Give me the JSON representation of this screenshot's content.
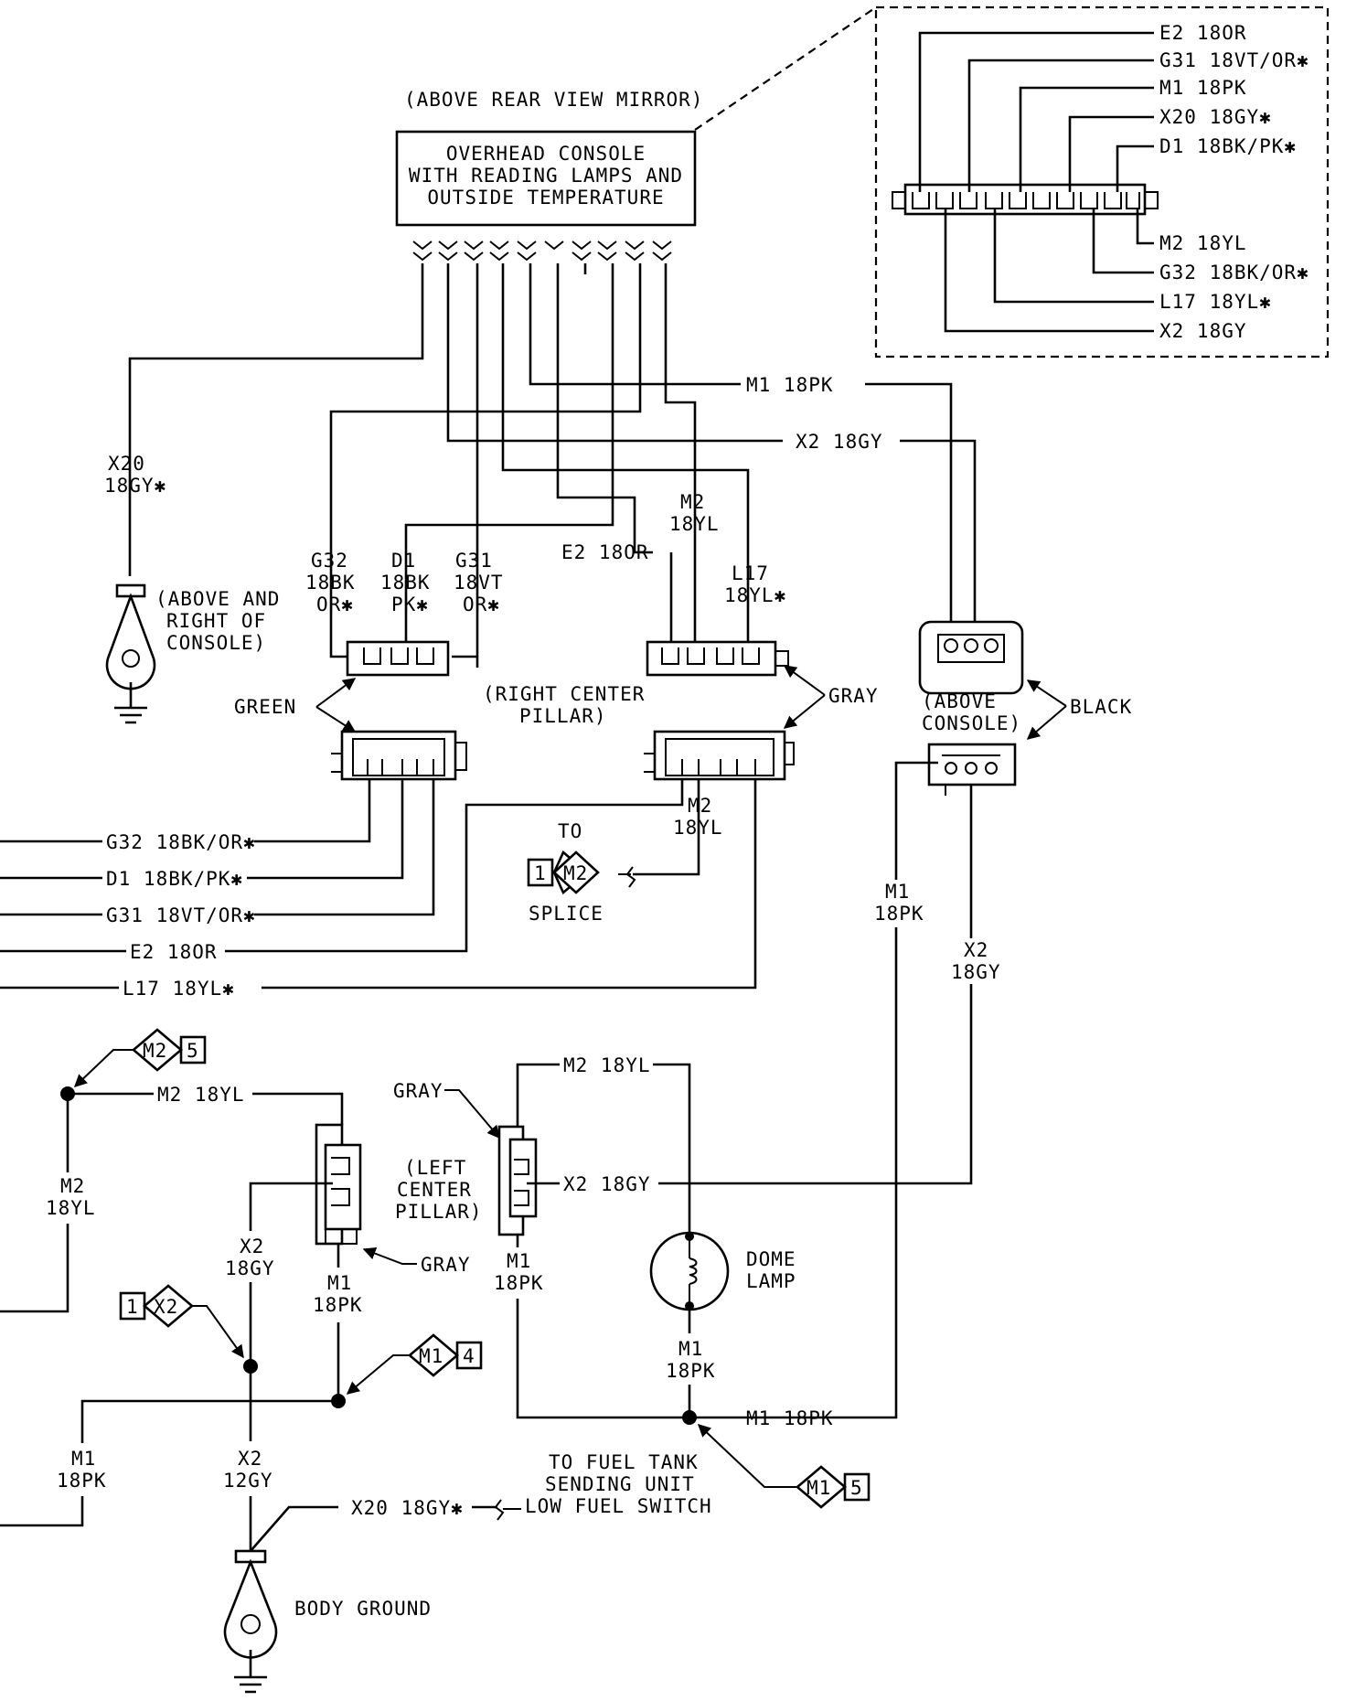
{
  "console": {
    "location": "(ABOVE REAR VIEW MIRROR)",
    "name_line1": "OVERHEAD CONSOLE",
    "name_line2": "WITH READING LAMPS AND",
    "name_line3": "OUTSIDE TEMPERATURE"
  },
  "inset": {
    "top_pins": [
      "E2 18OR",
      "G31 18VT/OR✱",
      "M1 18PK",
      "X20 18GY✱",
      "D1 18BK/PK✱"
    ],
    "bottom_pins": [
      "M2 18YL",
      "G32 18BK/OR✱",
      "L17 18YL✱",
      "X2 18GY"
    ]
  },
  "wires": {
    "m1_top": "M1 18PK",
    "x2_top": "X2 18GY",
    "x20_a": "X20",
    "x20_b": "18GY✱",
    "g32_a": "G32",
    "g32_b": "18BK",
    "g32_c": "OR✱",
    "d1_a": "D1",
    "d1_b": "18BK",
    "d1_c": "PK✱",
    "g31_a": "G31",
    "g31_b": "18VT",
    "g31_c": "OR✱",
    "e2_mid": "E2 18OR",
    "m2_a": "M2",
    "m2_b": "18YL",
    "l17_a": "L17",
    "l17_b": "18YL✱",
    "g32_out": "G32 18BK/OR✱",
    "d1_out": "D1 18BK/PK✱",
    "g31_out": "G31 18VT/OR✱",
    "e2_out": "E2 18OR",
    "l17_out": "L17 18YL✱",
    "m2_splice_a": "M2",
    "m2_splice_b": "18YL",
    "m1_right_a": "M1",
    "m1_right_b": "18PK",
    "x2_right_a": "X2",
    "x2_right_b": "18GY",
    "m2_left_h": "M2 18YL",
    "m2_left_v_a": "M2",
    "m2_left_v_b": "18YL",
    "x2_left_a": "X2",
    "x2_left_b": "18GY",
    "m1_left_a": "M1",
    "m1_left_b": "18PK",
    "m1_lower_a": "M1",
    "m1_lower_b": "18PK",
    "x2_lower_a": "X2",
    "x2_lower_b": "12GY",
    "x20_bottom": "X20 18GY✱",
    "m2_dome": "M2 18YL",
    "x2_dome": "X2 18GY",
    "m1_dome_a": "M1",
    "m1_dome_b": "18PK",
    "m1_dome2_a": "M1",
    "m1_dome2_b": "18PK",
    "m1_bottom": "M1 18PK"
  },
  "labels": {
    "ground_top_1": "(ABOVE AND",
    "ground_top_2": "RIGHT OF",
    "ground_top_3": "CONSOLE)",
    "green": "GREEN",
    "gray": "GRAY",
    "black": "BLACK",
    "right_pillar_1": "(RIGHT CENTER",
    "right_pillar_2": "PILLAR)",
    "above_console_1": "(ABOVE",
    "above_console_2": "CONSOLE)",
    "to": "TO",
    "splice": "SPLICE",
    "gray_left": "GRAY",
    "gray_dome": "GRAY",
    "left_pillar_1": "(LEFT",
    "left_pillar_2": "CENTER",
    "left_pillar_3": "PILLAR)",
    "dome_1": "DOME",
    "dome_2": "LAMP",
    "fuel_1": "TO FUEL TANK",
    "fuel_2": "SENDING UNIT",
    "fuel_3": "LOW FUEL SWITCH",
    "body_ground": "BODY GROUND"
  },
  "refs": {
    "m2_splice": {
      "num": "1",
      "code": "M2"
    },
    "m2_5": {
      "num": "5",
      "code": "M2"
    },
    "x2_1": {
      "num": "1",
      "code": "X2"
    },
    "m1_4": {
      "num": "4",
      "code": "M1"
    },
    "m1_5": {
      "num": "5",
      "code": "M1"
    }
  }
}
